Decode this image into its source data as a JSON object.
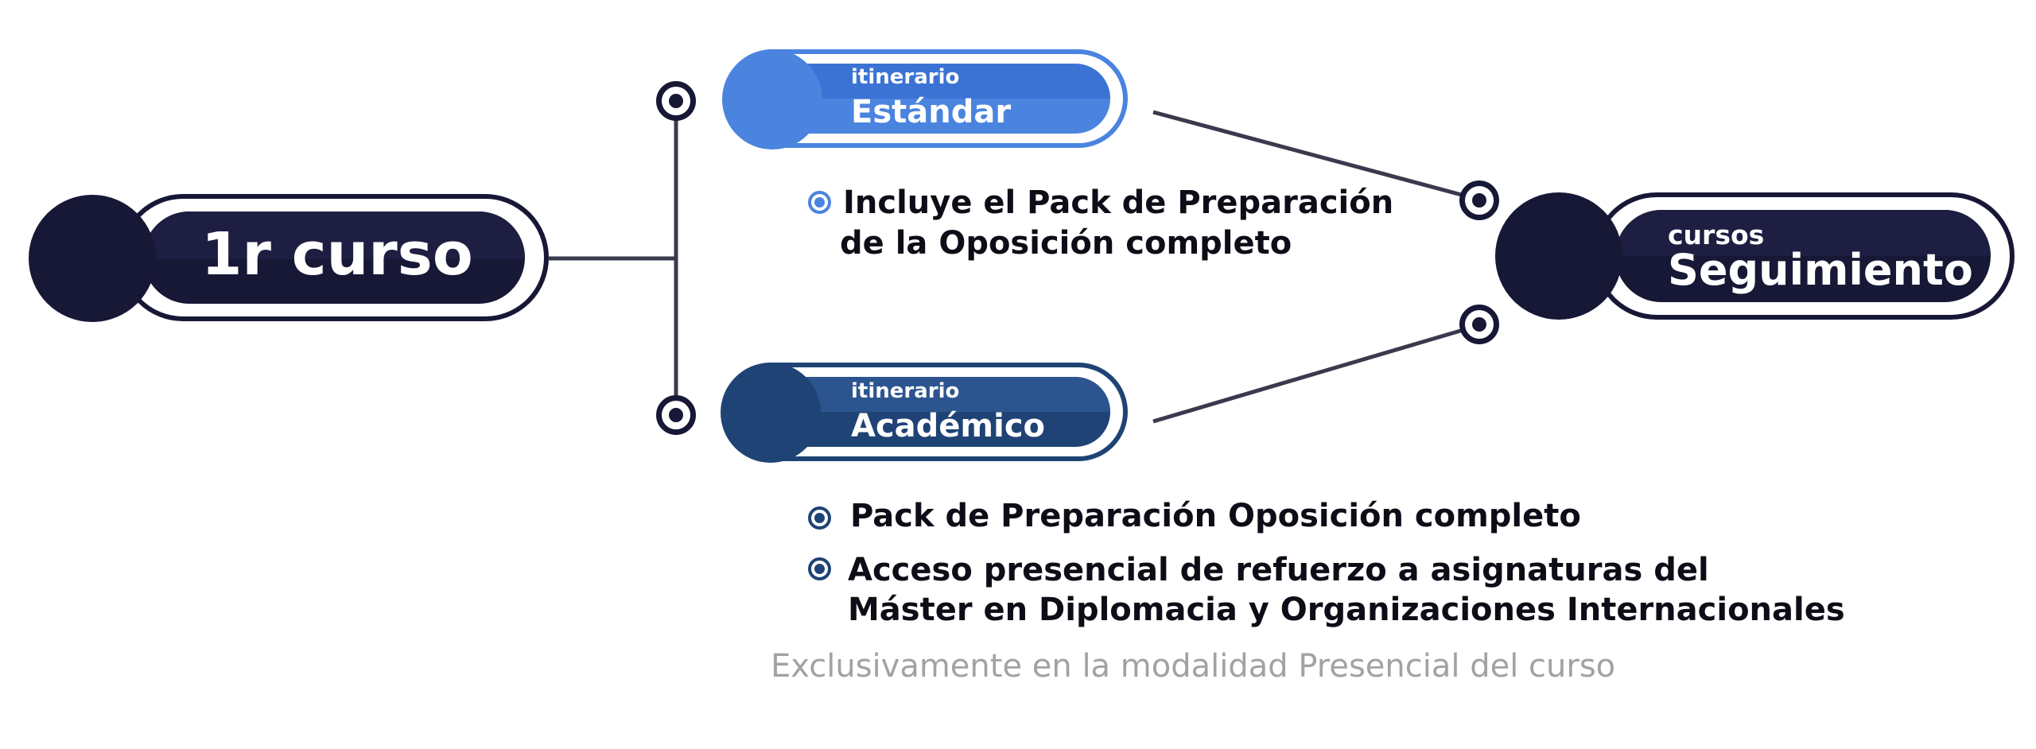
{
  "colors": {
    "dark_navy": "#171736",
    "line": "#3a3a4e",
    "standard_blue": "#4a84df",
    "academic_blue": "#1f4375",
    "note_gray": "#a2a2a2"
  },
  "first_course": {
    "label": "1r curso"
  },
  "standard": {
    "small": "itinerario",
    "big": "Estándar",
    "bullets": [
      "Incluye el Pack de Preparación\nde la Oposición completo"
    ]
  },
  "academic": {
    "small": "itinerario",
    "big": "Académico",
    "bullets": [
      "Pack de Preparación Oposición completo",
      "Acceso presencial de refuerzo a asignaturas del\nMáster en Diplomacia y Organizaciones Internacionales"
    ]
  },
  "followup": {
    "small": "cursos",
    "big": "Seguimiento"
  },
  "note": "Exclusivamente en la modalidad Presencial del curso"
}
